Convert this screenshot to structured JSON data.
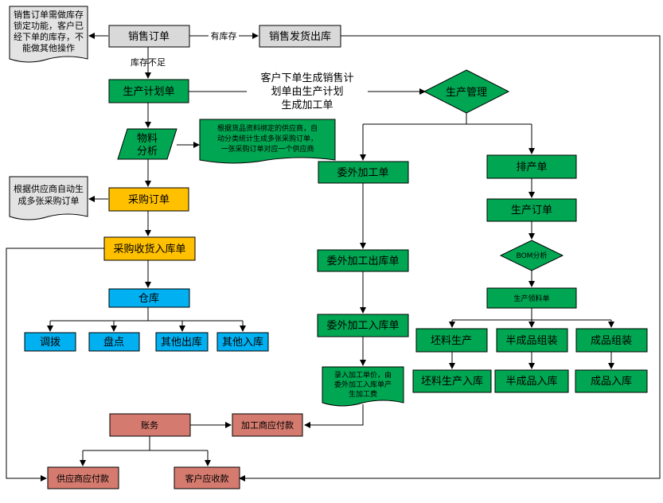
{
  "nodes": {
    "sales_order": "销售订单",
    "sales_ship": "销售发货出库",
    "plan": "生产计划单",
    "material_a": "物料",
    "material_b": "分析",
    "purchase_order": "采购订单",
    "purchase_receive": "采购收货入库单",
    "warehouse": "仓库",
    "transfer": "调拨",
    "stocktake": "盘点",
    "other_out": "其他出库",
    "other_in": "其他入库",
    "prod_mgmt": "生产管理",
    "outsource": "委外加工单",
    "outsource_out": "委外加工出库单",
    "outsource_in": "委外加工入库单",
    "schedule": "排产单",
    "prod_order": "生产订单",
    "bom": "BOM分析",
    "pick_list": "生产领料单",
    "blank_prod": "坯料生产",
    "semi_assembly": "半成品组装",
    "finished_assembly": "成品组装",
    "blank_in": "坯料生产入库",
    "semi_in": "半成品入库",
    "finished_in": "成品入库",
    "accounts": "账务",
    "processor_payable": "加工商应付款",
    "supplier_payable": "供应商应付款",
    "customer_receivable": "客户应收款"
  },
  "notes": {
    "lock": [
      "销售订单需做库存",
      "锁定功能，客户已",
      "经下单的库存，不",
      "能做其他操作"
    ],
    "auto_po": [
      "根据供应商自动生",
      "成多张采购订单"
    ],
    "supplier": [
      "根据货品资料绑定的供应商，自",
      "动分类统计生成多张采购订单，",
      "一张采购订单对应一个供应商"
    ],
    "fee": [
      "录入加工单价，由",
      "委外加工入库单产",
      "生加工费"
    ]
  },
  "labels": {
    "in_stock": "有库存",
    "short_stock": "库存不足",
    "customer_plan": [
      "客户下单生成销售计",
      "划单由生产计划",
      "生成加工单"
    ]
  },
  "colors": {
    "gray": "#d9d9d9",
    "green": "#00a651",
    "orange": "#ffc000",
    "blue": "#00b0f0",
    "salmon": "#d47a6e",
    "note": "#e3e3e3",
    "note_green": "#00a651"
  }
}
